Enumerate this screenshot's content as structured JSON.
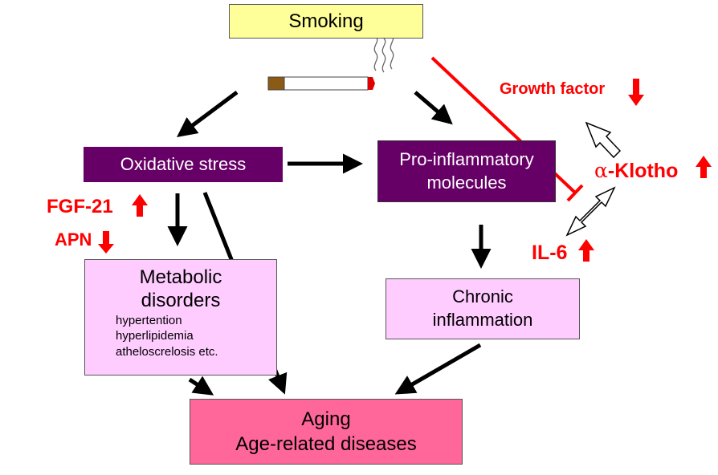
{
  "nodes": {
    "smoking": "Smoking",
    "oxidative_stress": "Oxidative stress",
    "pro_inflammatory": [
      "Pro-inflammatory",
      "molecules"
    ],
    "metabolic_title": [
      "Metabolic",
      "disorders"
    ],
    "metabolic_items": [
      "hypertention",
      "hyperlipidemia",
      "atheloscrelosis etc."
    ],
    "chronic_inflammation": [
      "Chronic",
      "inflammation"
    ],
    "aging": [
      "Aging",
      "Age-related diseases"
    ]
  },
  "labels": {
    "growth_factor": "Growth factor",
    "fgf21": "FGF-21",
    "apn": "APN",
    "klotho": "-Klotho",
    "klotho_greek": "α",
    "il6": "IL-6"
  },
  "colors": {
    "label_red": "#ff0000",
    "node_purple": "#660066",
    "node_pink_light": "#ffccff",
    "node_yellow": "#ffff99",
    "node_pink": "#ff6699"
  },
  "indicators": {
    "growth_factor": "down",
    "fgf21": "up",
    "apn": "down",
    "klotho": "up",
    "il6": "up"
  }
}
